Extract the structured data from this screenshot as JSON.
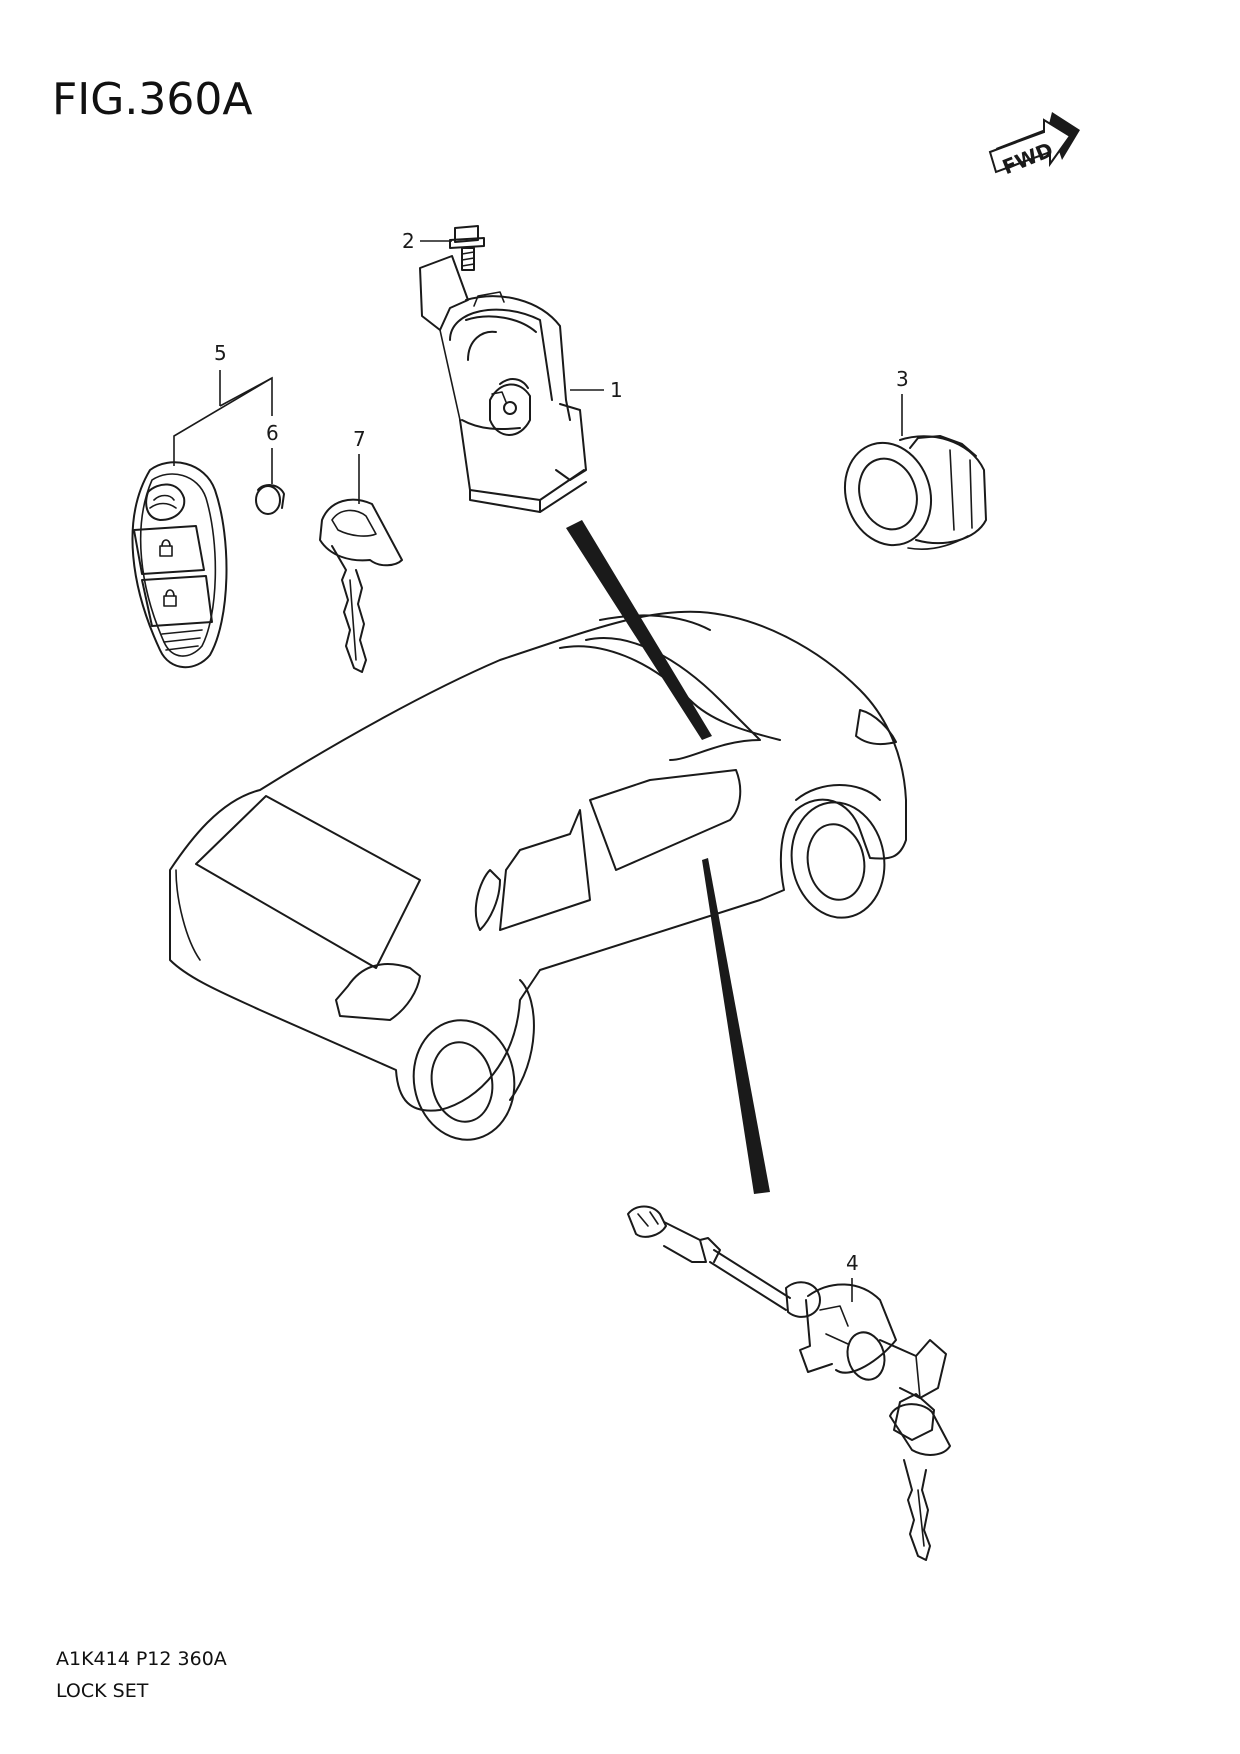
{
  "figure": {
    "title": "FIG.360A"
  },
  "fwd_badge": {
    "label": "FWD"
  },
  "callouts": {
    "c1": "1",
    "c2": "2",
    "c3": "3",
    "c4": "4",
    "c5": "5",
    "c6": "6",
    "c7": "7"
  },
  "footer": {
    "code": "A1K414 P12 360A",
    "name": "LOCK SET"
  }
}
